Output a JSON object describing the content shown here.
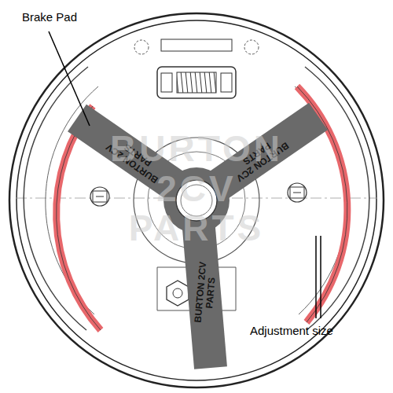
{
  "diagram": {
    "labels": [
      "Brake Pad",
      "Adjustment size",
      "BURTON 2CV PARTS",
      "BURTON 2CV PARTS",
      "BURTON 2CV PARTS",
      "BURTON 2CV PARTS"
    ]
  }
}
